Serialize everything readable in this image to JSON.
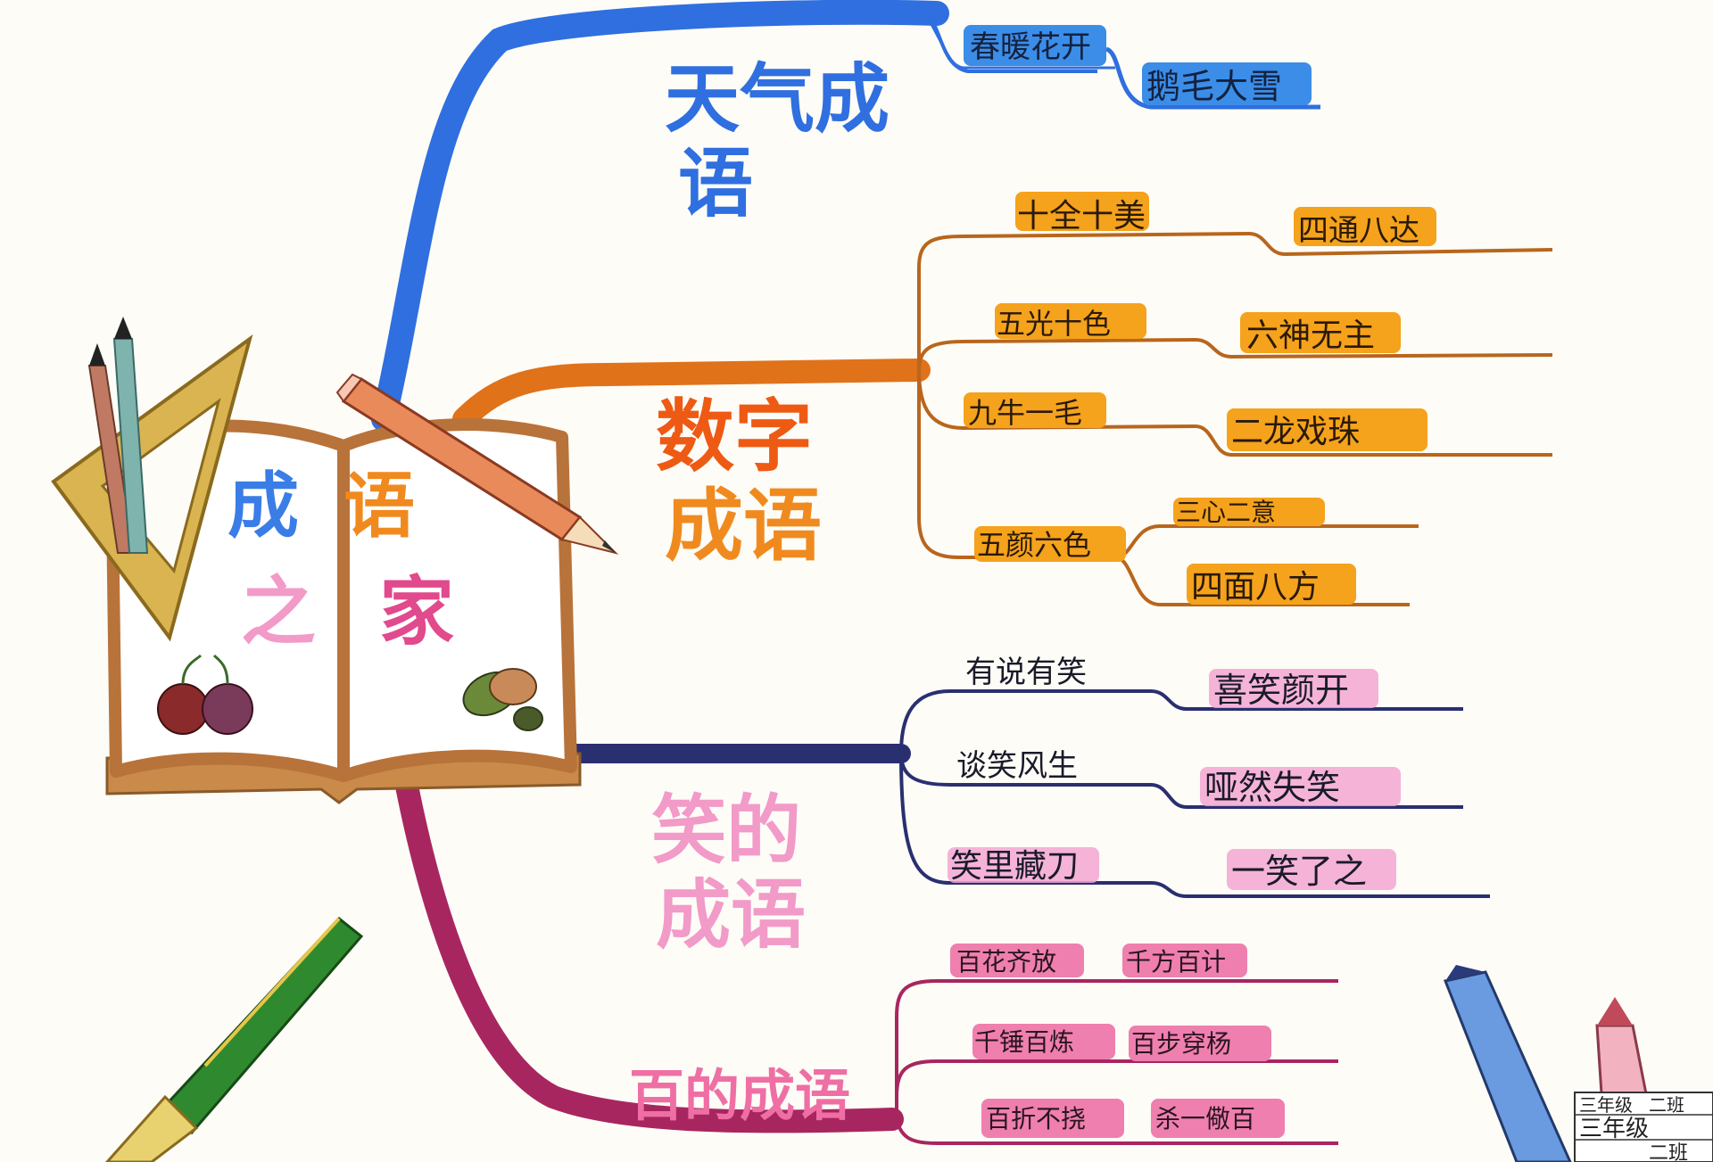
{
  "center": {
    "title_line1": [
      "成",
      "语"
    ],
    "title_line2": [
      "之",
      "家"
    ]
  },
  "colors": {
    "weather": "#2f6fe0",
    "number": "#e0721a",
    "smile": "#2a2f70",
    "hundred": "#a8265f",
    "weather_hl": "#3b8de8",
    "number_hl": "#f5a21c",
    "smile_hl": "#f3a6d2",
    "hundred_hl": "#ef7fae"
  },
  "branches": {
    "weather": {
      "label_lines": [
        "天气成",
        "语"
      ],
      "leaves": [
        "春暖花开",
        "鹅毛大雪"
      ]
    },
    "number": {
      "label_lines": [
        "数字",
        "成语"
      ],
      "leaves": [
        "十全十美",
        "四通八达",
        "五光十色",
        "六神无主",
        "九牛一毛",
        "二龙戏珠",
        "五颜六色",
        "三心二意",
        "四面八方"
      ]
    },
    "smile": {
      "label_lines": [
        "笑的",
        "成语"
      ],
      "leaves": [
        "有说有笑",
        "喜笑颜开",
        "谈笑风生",
        "哑然失笑",
        "笑里藏刀",
        "一笑了之"
      ]
    },
    "hundred": {
      "label_lines": [
        "百的成语"
      ],
      "leaves": [
        "百花齐放",
        "千方百计",
        "千锤百炼",
        "百步穿杨",
        "百折不挠",
        "杀一儆百"
      ]
    }
  },
  "decor": {
    "sticker_text": [
      "三年级",
      "二班",
      "三年级",
      "二班"
    ]
  }
}
